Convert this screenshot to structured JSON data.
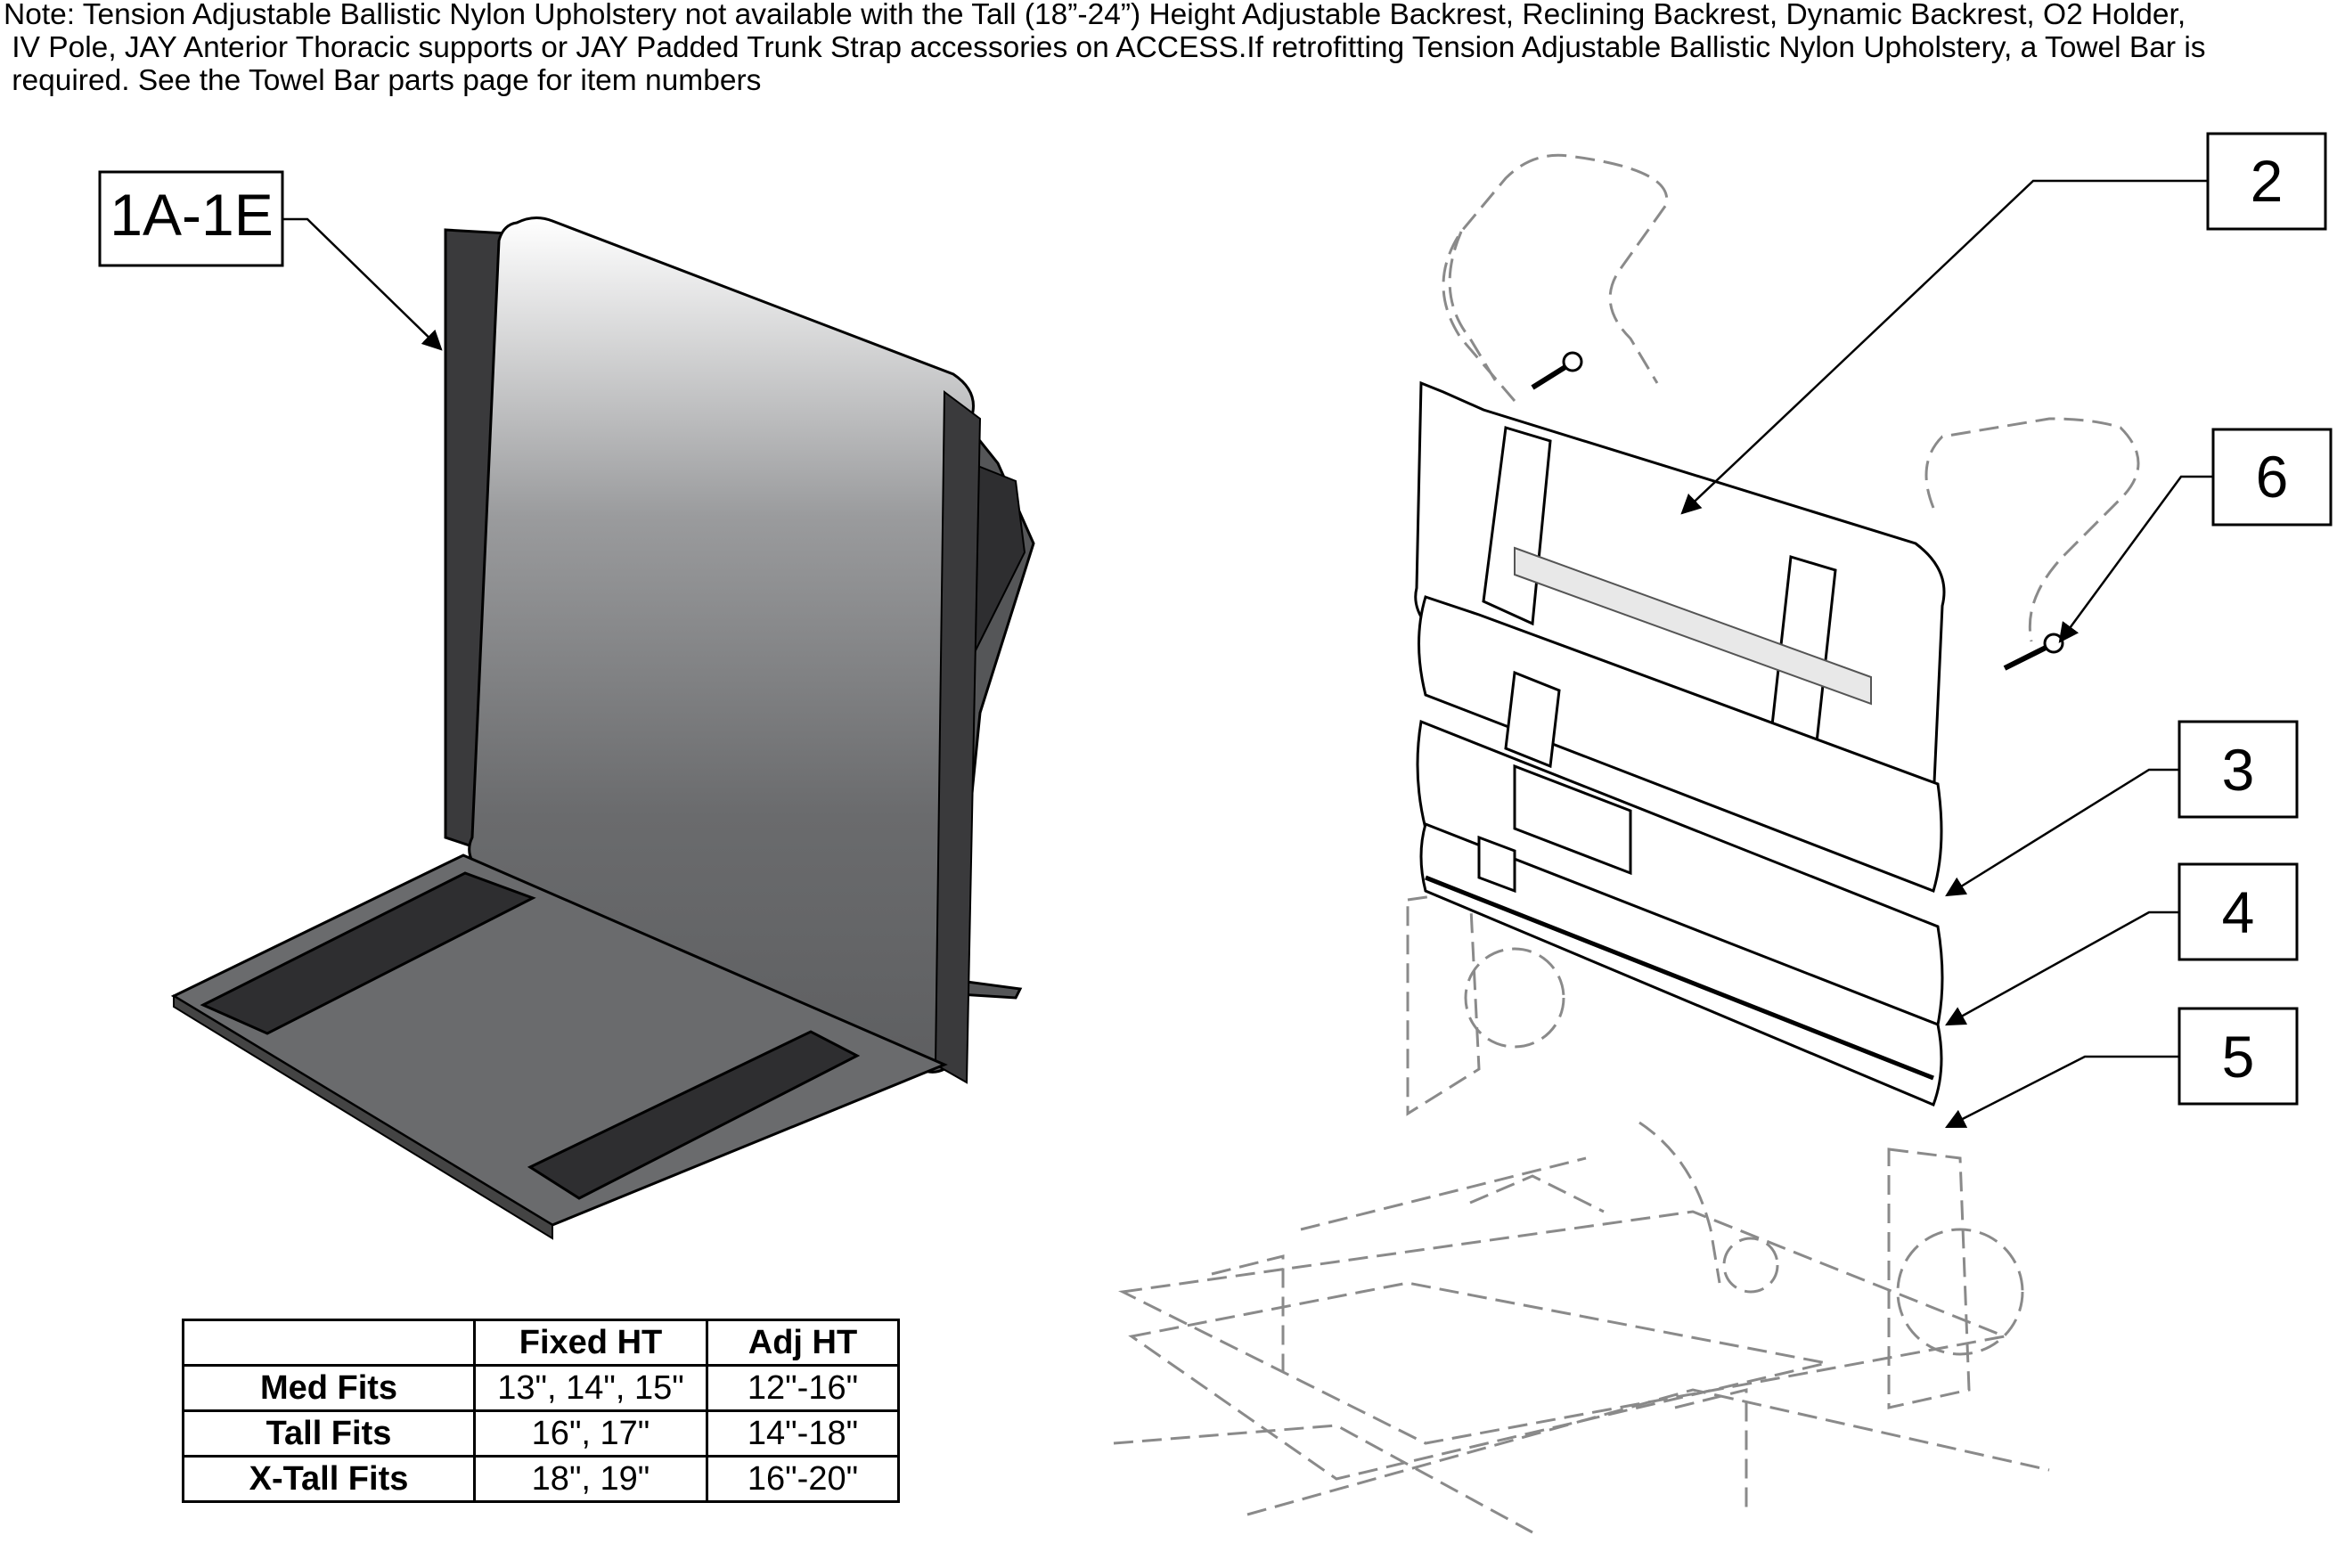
{
  "note": {
    "line1": "Note: Tension Adjustable Ballistic Nylon Upholstery not available with the Tall (18”-24”) Height Adjustable Backrest, Reclining Backrest, Dynamic Backrest, O2 Holder,",
    "line2": " IV Pole, JAY Anterior Thoracic supports or JAY Padded Trunk Strap accessories on ACCESS.If retrofitting Tension Adjustable Ballistic Nylon Upholstery, a Towel Bar is",
    "line3": " required. See the Towel Bar parts page for item numbers"
  },
  "callouts": {
    "c1": "1A-1E",
    "c2": "2",
    "c3": "3",
    "c4": "4",
    "c5": "5",
    "c6": "6"
  },
  "fit_table": {
    "headers": [
      "",
      "Fixed HT",
      "Adj HT"
    ],
    "rows": [
      {
        "label": "Med Fits",
        "fixed": "13\", 14\", 15\"",
        "adj": "12\"-16\""
      },
      {
        "label": "Tall Fits",
        "fixed": "16\", 17\"",
        "adj": "14\"-18\""
      },
      {
        "label": "X-Tall Fits",
        "fixed": "18\", 19\"",
        "adj": "16\"-20\""
      }
    ]
  }
}
